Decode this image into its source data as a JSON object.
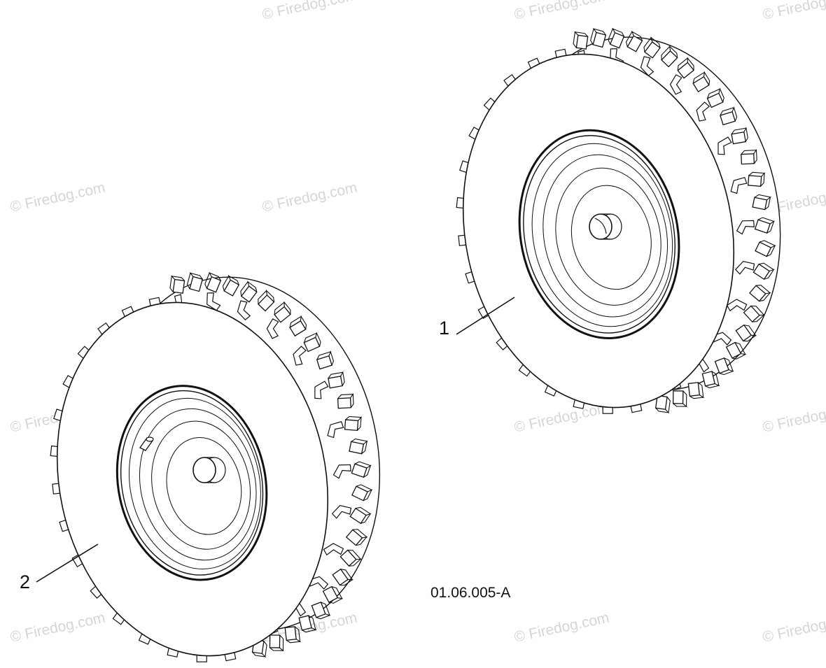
{
  "callouts": [
    {
      "label": "1"
    },
    {
      "label": "2"
    }
  ],
  "drawing_id": "01.06.005-A",
  "watermark_text": "© Firedog.com",
  "line_color": "#111111",
  "watermark_color": "#d6d6d6"
}
